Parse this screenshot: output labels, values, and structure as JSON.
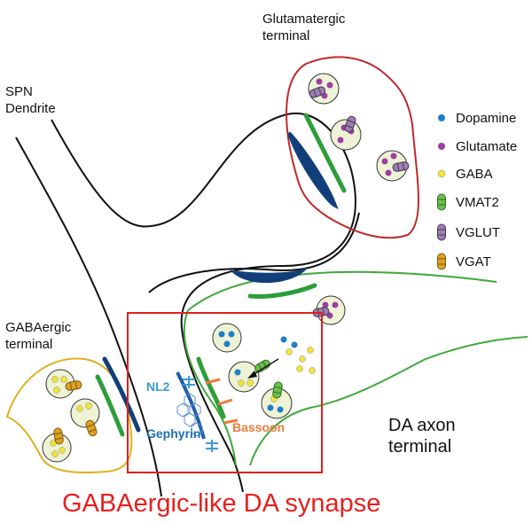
{
  "labels": {
    "glutamatergic_line1": "Glutamatergic",
    "glutamatergic_line2": "terminal",
    "spn_line1": "SPN",
    "spn_line2": "Dendrite",
    "gaba_term_line1": "GABAergic",
    "gaba_term_line2": "terminal",
    "da_axon_line1": "DA axon",
    "da_axon_line2": "terminal",
    "nl2": "NL2",
    "gephyrin": "Gephyrin",
    "bassoon": "Bassoon",
    "title": "GABAergic-like DA synapse"
  },
  "legend": [
    {
      "label": "Dopamine",
      "icon": "dot",
      "color": "#1e7fc8"
    },
    {
      "label": "Glutamate",
      "icon": "dot",
      "color": "#9b3fa2"
    },
    {
      "label": "GABA",
      "icon": "dot",
      "color": "#f2e33a"
    },
    {
      "label": "VMAT2",
      "icon": "transporter",
      "color": "#6cc04a"
    },
    {
      "label": "VGLUT",
      "icon": "transporter",
      "color": "#9b7fae"
    },
    {
      "label": "VGAT",
      "icon": "transporter",
      "color": "#e0a020"
    }
  ],
  "colors": {
    "glutamatergic_membrane": "#c0282a",
    "da_membrane": "#3fa83a",
    "gaba_membrane": "#e0b020",
    "psd": "#123f7a",
    "highlight_box": "#e02020",
    "vesicle_fill": "#eef3d6"
  }
}
